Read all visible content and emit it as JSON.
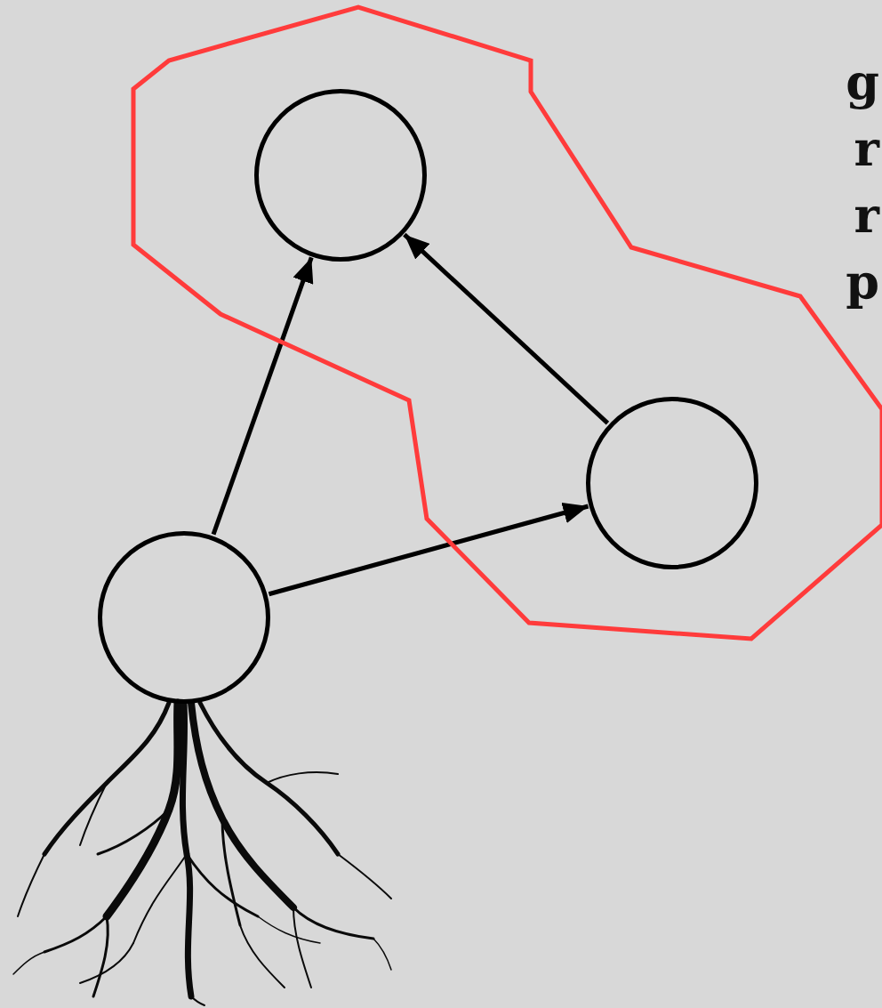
{
  "diagram": {
    "nodes": [
      {
        "text": []
      },
      {
        "text": [],
        "in": 0
      },
      {
        "text": [],
        "in": 0
      },
      {
        "text": []
      }
    ],
    "edges": [
      {
        "from": 3,
        "to": 1,
        "arrow": "to"
      },
      {
        "from": 2,
        "to": 1,
        "arrow": "to"
      },
      {
        "from": 3,
        "to": 2,
        "arrow": "to"
      }
    ],
    "labels": [
      "g",
      "r",
      "r",
      "p"
    ]
  }
}
